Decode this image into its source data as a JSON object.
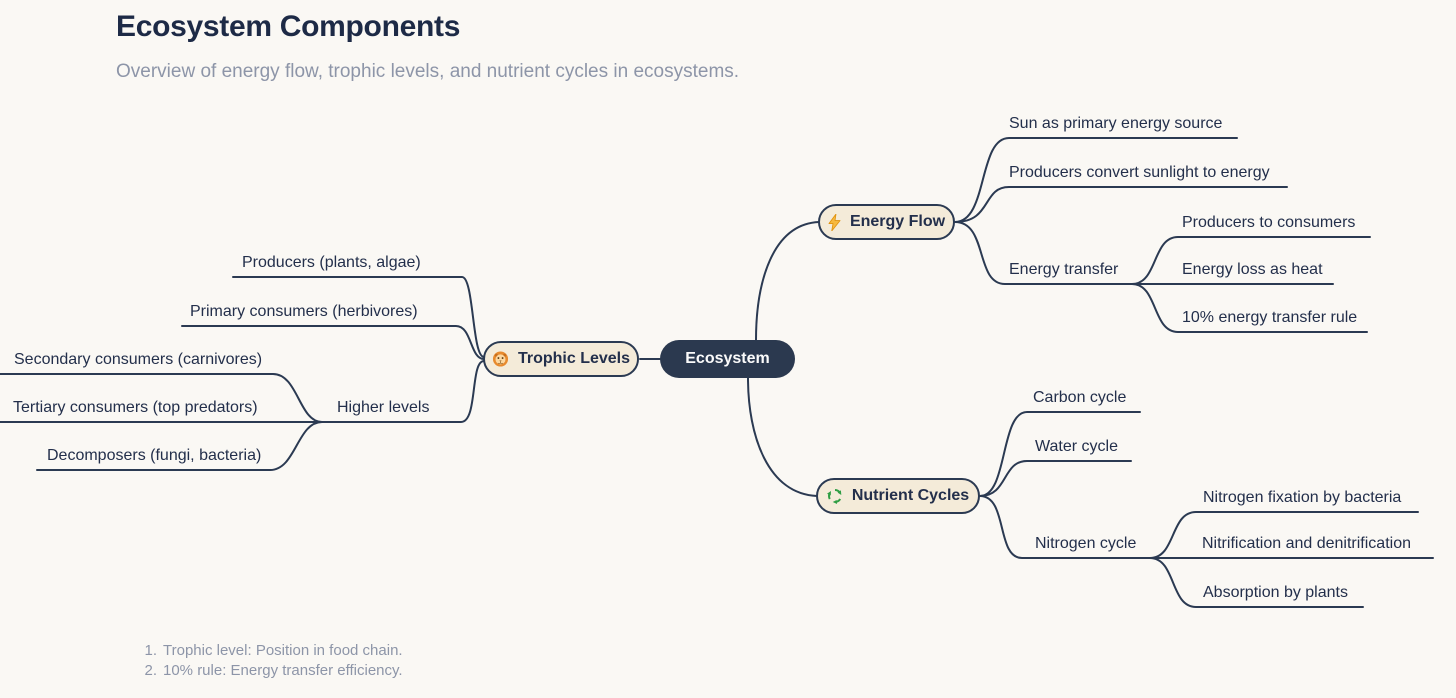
{
  "page": {
    "title": "Ecosystem Components",
    "subtitle": "Overview of energy flow, trophic levels, and nutrient cycles in ecosystems."
  },
  "colors": {
    "background": "#faf8f4",
    "ink": "#2b3a52",
    "branch_node_fill": "#f4ebd9",
    "root_node_fill": "#2b394f",
    "muted_text": "#8d95a8",
    "lightning_yellow": "#f6b93f",
    "lion_orange": "#ed9b3f",
    "recycle_green": "#2f9e44"
  },
  "mindmap": {
    "root": {
      "label": "Ecosystem",
      "children": [
        {
          "label": "Energy Flow",
          "icon": "lightning-icon",
          "children": [
            {
              "label": "Sun as primary energy source"
            },
            {
              "label": "Producers convert sunlight to energy"
            },
            {
              "label": "Energy transfer",
              "children": [
                {
                  "label": "Producers to consumers"
                },
                {
                  "label": "Energy loss as heat"
                },
                {
                  "label": "10% energy transfer rule"
                }
              ]
            }
          ]
        },
        {
          "label": "Trophic Levels",
          "icon": "lion-icon",
          "children": [
            {
              "label": "Producers (plants, algae)"
            },
            {
              "label": "Primary consumers (herbivores)"
            },
            {
              "label": "Higher levels",
              "children": [
                {
                  "label": "Secondary consumers (carnivores)"
                },
                {
                  "label": "Tertiary consumers (top predators)"
                },
                {
                  "label": "Decomposers (fungi, bacteria)"
                }
              ]
            }
          ]
        },
        {
          "label": "Nutrient Cycles",
          "icon": "recycle-icon",
          "children": [
            {
              "label": "Carbon cycle"
            },
            {
              "label": "Water cycle"
            },
            {
              "label": "Nitrogen cycle",
              "children": [
                {
                  "label": "Nitrogen fixation by bacteria"
                },
                {
                  "label": "Nitrification and denitrification"
                },
                {
                  "label": "Absorption by plants"
                }
              ]
            }
          ]
        }
      ]
    }
  },
  "footnotes": {
    "items": [
      {
        "num": "1.",
        "text": "Trophic level: Position in food chain."
      },
      {
        "num": "2.",
        "text": "10% rule: Energy transfer efficiency."
      }
    ]
  }
}
